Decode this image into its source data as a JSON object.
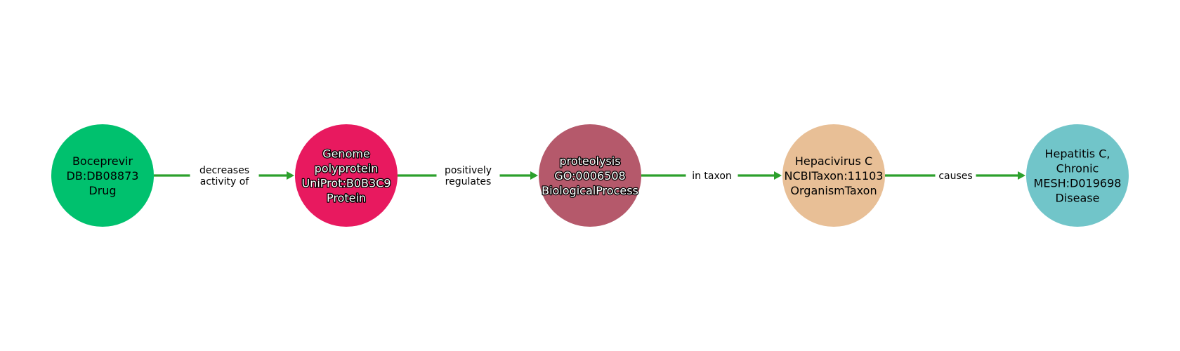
{
  "nodes": [
    {
      "id": "n1",
      "lines": [
        "Boceprevir",
        "DB:DB08873",
        "Drug"
      ],
      "color": "#00c16e",
      "text_style": "plain"
    },
    {
      "id": "n2",
      "lines": [
        "Genome",
        "polyprotein",
        "UniProt:B0B3C9",
        "Protein"
      ],
      "color": "#e8195f",
      "text_style": "outline"
    },
    {
      "id": "n3",
      "lines": [
        "proteolysis",
        "GO:0006508",
        "BiologicalProcess"
      ],
      "color": "#b5596b",
      "text_style": "outline"
    },
    {
      "id": "n4",
      "lines": [
        "Hepacivirus C",
        "NCBITaxon:11103",
        "OrganismTaxon"
      ],
      "color": "#e8bf96",
      "text_style": "plain"
    },
    {
      "id": "n5",
      "lines": [
        "Hepatitis C,",
        "Chronic",
        "MESH:D019698",
        "Disease"
      ],
      "color": "#71c5c9",
      "text_style": "plain"
    }
  ],
  "edges": [
    {
      "from": "n1",
      "to": "n2",
      "lines": [
        "decreases",
        "activity of"
      ],
      "color": "#2ca02c"
    },
    {
      "from": "n2",
      "to": "n3",
      "lines": [
        "positively",
        "regulates"
      ],
      "color": "#2ca02c"
    },
    {
      "from": "n3",
      "to": "n4",
      "lines": [
        "in taxon"
      ],
      "color": "#2ca02c"
    },
    {
      "from": "n4",
      "to": "n5",
      "lines": [
        "causes"
      ],
      "color": "#2ca02c"
    }
  ]
}
